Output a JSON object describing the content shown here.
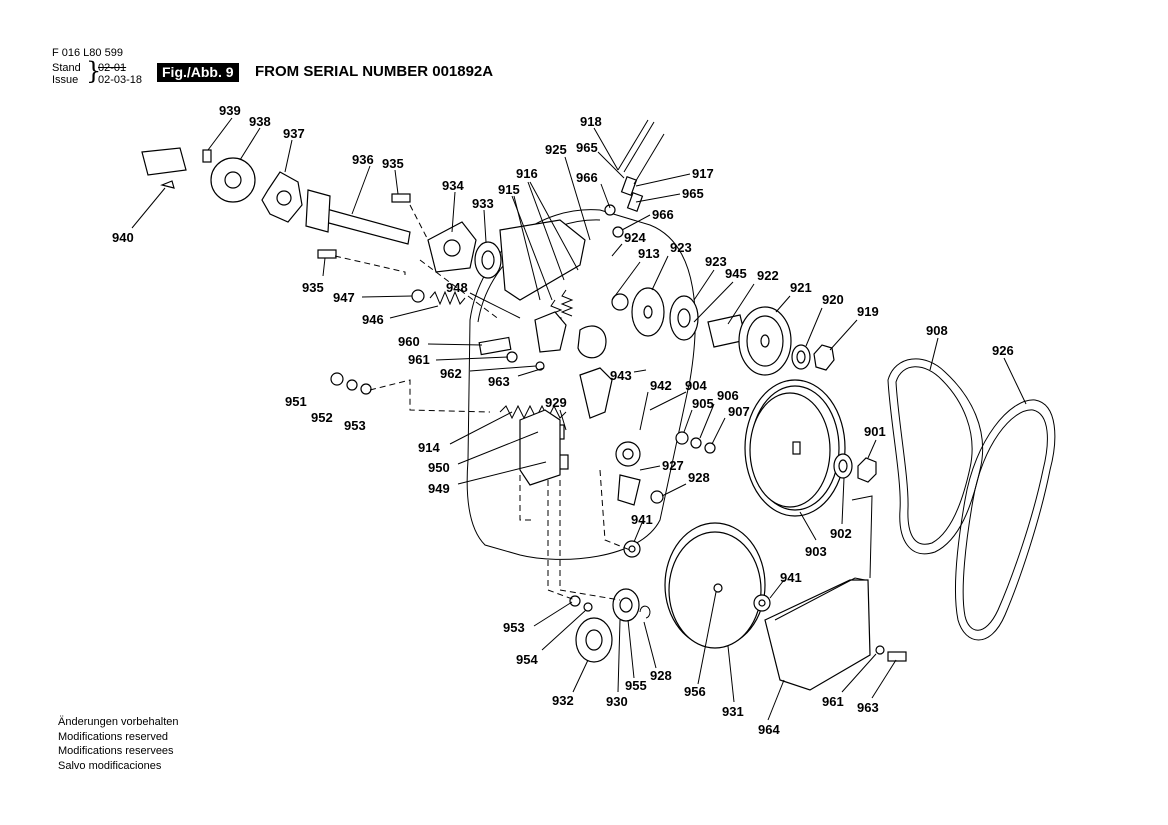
{
  "header": {
    "doc_number": "F 016 L80 599",
    "stand_label": "Stand",
    "issue_label": "Issue",
    "old_date": "02-01",
    "issue_date": "02-03-18",
    "fig_tag": "Fig./Abb. 9",
    "title": "FROM SERIAL NUMBER 001892A"
  },
  "footer": {
    "lines": [
      "Änderungen vorbehalten",
      "Modifications reserved",
      "Modifications reservees",
      "Salvo modificaciones"
    ]
  },
  "callouts": [
    {
      "id": "939",
      "text": "939"
    },
    {
      "id": "938",
      "text": "938"
    },
    {
      "id": "937",
      "text": "937"
    },
    {
      "id": "936",
      "text": "936"
    },
    {
      "id": "935a",
      "text": "935"
    },
    {
      "id": "934",
      "text": "934"
    },
    {
      "id": "933",
      "text": "933"
    },
    {
      "id": "940",
      "text": "940"
    },
    {
      "id": "935b",
      "text": "935"
    },
    {
      "id": "947",
      "text": "947"
    },
    {
      "id": "948",
      "text": "948"
    },
    {
      "id": "946",
      "text": "946"
    },
    {
      "id": "960",
      "text": "960"
    },
    {
      "id": "961a",
      "text": "961"
    },
    {
      "id": "962",
      "text": "962"
    },
    {
      "id": "963a",
      "text": "963"
    },
    {
      "id": "951",
      "text": "951"
    },
    {
      "id": "952",
      "text": "952"
    },
    {
      "id": "953a",
      "text": "953"
    },
    {
      "id": "914",
      "text": "914"
    },
    {
      "id": "950",
      "text": "950"
    },
    {
      "id": "949",
      "text": "949"
    },
    {
      "id": "929",
      "text": "929"
    },
    {
      "id": "918",
      "text": "918"
    },
    {
      "id": "925",
      "text": "925"
    },
    {
      "id": "965a",
      "text": "965"
    },
    {
      "id": "916",
      "text": "916"
    },
    {
      "id": "966a",
      "text": "966"
    },
    {
      "id": "917",
      "text": "917"
    },
    {
      "id": "915",
      "text": "915"
    },
    {
      "id": "965b",
      "text": "965"
    },
    {
      "id": "966b",
      "text": "966"
    },
    {
      "id": "924",
      "text": "924"
    },
    {
      "id": "913",
      "text": "913"
    },
    {
      "id": "923a",
      "text": "923"
    },
    {
      "id": "923b",
      "text": "923"
    },
    {
      "id": "945",
      "text": "945"
    },
    {
      "id": "922",
      "text": "922"
    },
    {
      "id": "921",
      "text": "921"
    },
    {
      "id": "920",
      "text": "920"
    },
    {
      "id": "919",
      "text": "919"
    },
    {
      "id": "908",
      "text": "908"
    },
    {
      "id": "926",
      "text": "926"
    },
    {
      "id": "943",
      "text": "943"
    },
    {
      "id": "942",
      "text": "942"
    },
    {
      "id": "904",
      "text": "904"
    },
    {
      "id": "905",
      "text": "905"
    },
    {
      "id": "906",
      "text": "906"
    },
    {
      "id": "907",
      "text": "907"
    },
    {
      "id": "927",
      "text": "927"
    },
    {
      "id": "928a",
      "text": "928"
    },
    {
      "id": "941a",
      "text": "941"
    },
    {
      "id": "901",
      "text": "901"
    },
    {
      "id": "902",
      "text": "902"
    },
    {
      "id": "903",
      "text": "903"
    },
    {
      "id": "941b",
      "text": "941"
    },
    {
      "id": "953b",
      "text": "953"
    },
    {
      "id": "954",
      "text": "954"
    },
    {
      "id": "932",
      "text": "932"
    },
    {
      "id": "930",
      "text": "930"
    },
    {
      "id": "955",
      "text": "955"
    },
    {
      "id": "928b",
      "text": "928"
    },
    {
      "id": "956",
      "text": "956"
    },
    {
      "id": "931",
      "text": "931"
    },
    {
      "id": "964",
      "text": "964"
    },
    {
      "id": "961b",
      "text": "961"
    },
    {
      "id": "963b",
      "text": "963"
    }
  ]
}
